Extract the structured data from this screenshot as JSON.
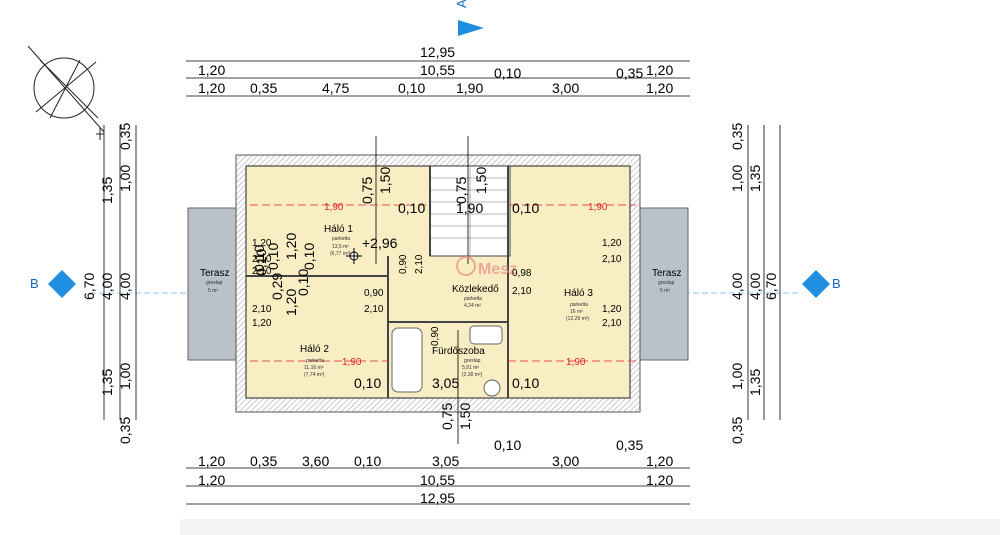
{
  "dims_top": [
    "12,95",
    "1,20",
    "10,55",
    "0,10",
    "0,35",
    "1,20",
    "1,20",
    "0,35",
    "4,75",
    "0,10",
    "1,90",
    "3,00",
    "1,20"
  ],
  "dims_bottom": [
    "0,10",
    "0,35",
    "1,20",
    "0,35",
    "3,60",
    "0,10",
    "3,05",
    "3,00",
    "1,20",
    "1,20",
    "10,55",
    "1,20",
    "12,95"
  ],
  "dims_left": [
    "0,35",
    "1,35",
    "1,00",
    "6,70",
    "4,00",
    "4,00",
    "1,35",
    "1,00",
    "0,35"
  ],
  "dims_right": [
    "0,35",
    "1,00",
    "1,35",
    "4,00",
    "4,00",
    "6,70",
    "1,00",
    "1,35",
    "0,35"
  ],
  "dims_inner": [
    "0,75",
    "1,50",
    "0,10",
    "0,75",
    "1,90",
    "1,50",
    "0,10",
    "0,10",
    "0,90",
    "2,10",
    "0,98",
    "2,10",
    "0,90",
    "2,10",
    "0,90",
    "0,10",
    "0,10",
    "3,05",
    "0,10",
    "0,75",
    "1,50",
    "1,20",
    "2,10",
    "0,10",
    "0,29",
    "1,20",
    "2,10",
    "1,20",
    "0,10",
    "1,20",
    "2,10",
    "1,20",
    "2,10",
    "1,20",
    "2,10",
    "0,10"
  ],
  "red_labels": [
    "1,90",
    "1,90",
    "1,90",
    "1,90"
  ],
  "level": "+2,96",
  "rooms": {
    "halo1": {
      "name": "Háló 1",
      "floor": "parketta",
      "area": "13,5 m²",
      "area2": "(6,77 m²)"
    },
    "halo2": {
      "name": "Háló 2",
      "floor": "parketta",
      "area": "11,16 m²",
      "area2": "(7,74 m²)"
    },
    "halo3": {
      "name": "Háló 3",
      "floor": "parketta",
      "area": "16 m²",
      "area2": "(12,29 m²)"
    },
    "kozlekedo": {
      "name": "Közlekedő",
      "floor": "parketta",
      "area": "4,24 m²"
    },
    "furdoszoba": {
      "name": "Fürdőszoba",
      "floor": "greslap",
      "area": "5,91 m²",
      "area2": "(2,30 m²)"
    },
    "terasz_l": {
      "name": "Terasz",
      "floor": "greslap",
      "area": "5 m²"
    },
    "terasz_r": {
      "name": "Terasz",
      "floor": "greslap",
      "area": "5 m²"
    }
  },
  "section_labels": {
    "left": "B",
    "right": "B",
    "top": "A"
  },
  "watermark": "Mesz",
  "colors": {
    "room_fill": "#f8edc3",
    "balcony_fill": "#b9c1c9",
    "section_blue": "#1f8ee0",
    "red_label": "#e0202a",
    "wall": "#555555"
  }
}
